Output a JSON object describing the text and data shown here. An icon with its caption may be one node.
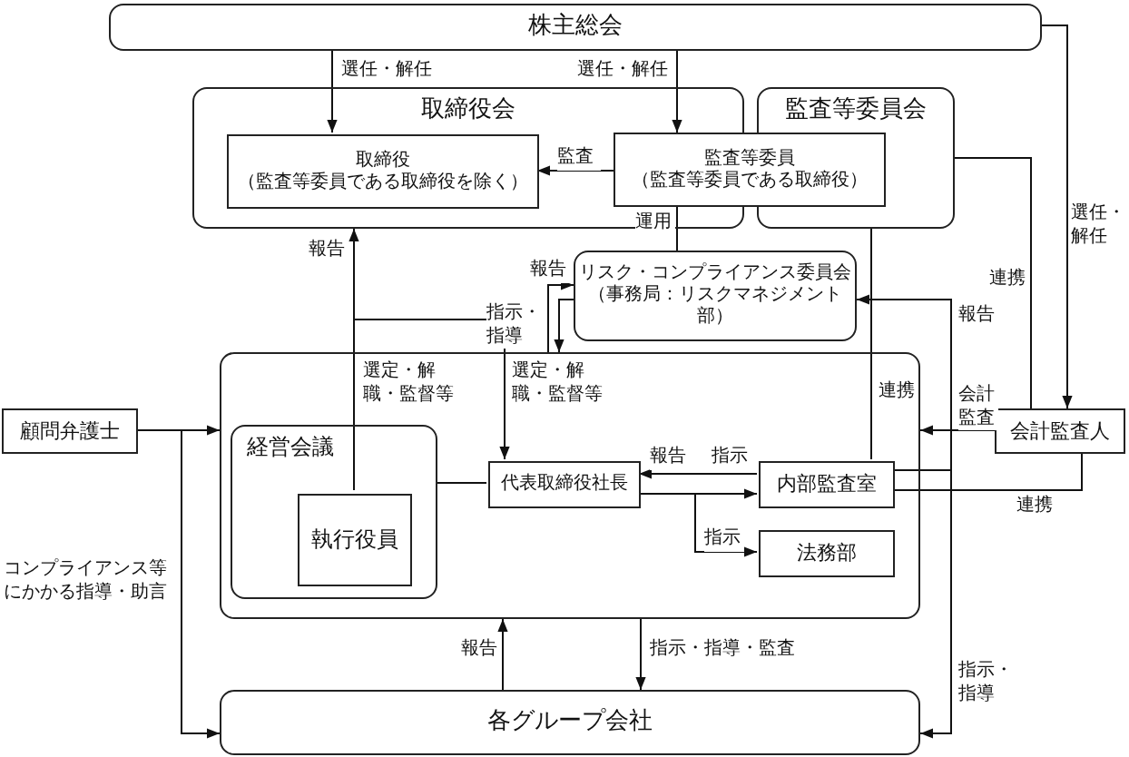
{
  "diagram": {
    "nodes": [
      {
        "text": [
          "株主総会"
        ]
      },
      {
        "text": [
          "取締役会"
        ]
      },
      {
        "text": [
          "取締役",
          "（監査等委員である取締役を除く）"
        ],
        "in": 1
      },
      {
        "text": [
          "監査等委員会"
        ]
      },
      {
        "text": [
          "監査等委員",
          "（監査等委員である取締役）"
        ]
      },
      {
        "text": [
          "リスク・コンプライアンス委員会",
          "（事務局：リスクマネジメント部）"
        ]
      },
      {
        "text": [],
        "shape": "box"
      },
      {
        "text": [
          "顧問弁護士"
        ]
      },
      {
        "text": [
          "経営会議"
        ],
        "in": 6
      },
      {
        "text": [
          "執行役員"
        ],
        "in": 8
      },
      {
        "text": [
          "代表取締役社長"
        ],
        "in": 6
      },
      {
        "text": [
          "内部監査室"
        ],
        "in": 6
      },
      {
        "text": [
          "法務部"
        ],
        "in": 6
      },
      {
        "text": [
          "会計監査人"
        ]
      },
      {
        "text": [
          "各グループ会社"
        ]
      }
    ],
    "edges": [
      {
        "from": 0,
        "to": 2,
        "arrow": "to",
        "label": "選任・解任"
      },
      {
        "from": 0,
        "to": 4,
        "arrow": "to",
        "label": "選任・解任"
      },
      {
        "from": 0,
        "to": 13,
        "arrow": "to",
        "label": "選任・解任"
      },
      {
        "from": 4,
        "to": 2,
        "arrow": "to",
        "label": "監査"
      },
      {
        "from": 9,
        "to": 1,
        "arrow": "to",
        "label": "報告"
      },
      {
        "from": 1,
        "to": 10,
        "arrow": "to",
        "label": "選定・解職・監督等"
      },
      {
        "from": 4,
        "to": 5,
        "arrow": "none",
        "label": "運用"
      },
      {
        "from": 6,
        "to": 5,
        "arrow": "to",
        "label": "報告"
      },
      {
        "from": 5,
        "to": 6,
        "arrow": "to",
        "label": "指示・指導"
      },
      {
        "from": 11,
        "to": 5,
        "arrow": "to",
        "label": "報告"
      },
      {
        "from": 11,
        "to": 14,
        "arrow": "to",
        "label": "指示・指導"
      },
      {
        "from": 3,
        "to": 11,
        "arrow": "none",
        "label": "連携"
      },
      {
        "from": 3,
        "to": 13,
        "arrow": "none",
        "label": "連携"
      },
      {
        "from": 11,
        "to": 13,
        "arrow": "none",
        "label": "連携"
      },
      {
        "from": 13,
        "to": 6,
        "arrow": "to",
        "label": "会計監査"
      },
      {
        "from": 7,
        "to": 6,
        "arrow": "to"
      },
      {
        "from": 7,
        "to": 14,
        "arrow": "to",
        "label": "コンプライアンス等にかかる指導・助言"
      },
      {
        "from": 10,
        "to": 8,
        "arrow": "none"
      },
      {
        "from": 11,
        "to": 10,
        "arrow": "to",
        "label": "報告"
      },
      {
        "from": 10,
        "to": 11,
        "arrow": "to",
        "label": "指示"
      },
      {
        "from": 10,
        "to": 12,
        "arrow": "to",
        "label": "指示"
      },
      {
        "from": 6,
        "to": 14,
        "arrow": "to",
        "label": "指示・指導・監査"
      },
      {
        "from": 14,
        "to": 6,
        "arrow": "to",
        "label": "報告"
      }
    ],
    "labels": [
      "選定・解職・監督等"
    ]
  }
}
